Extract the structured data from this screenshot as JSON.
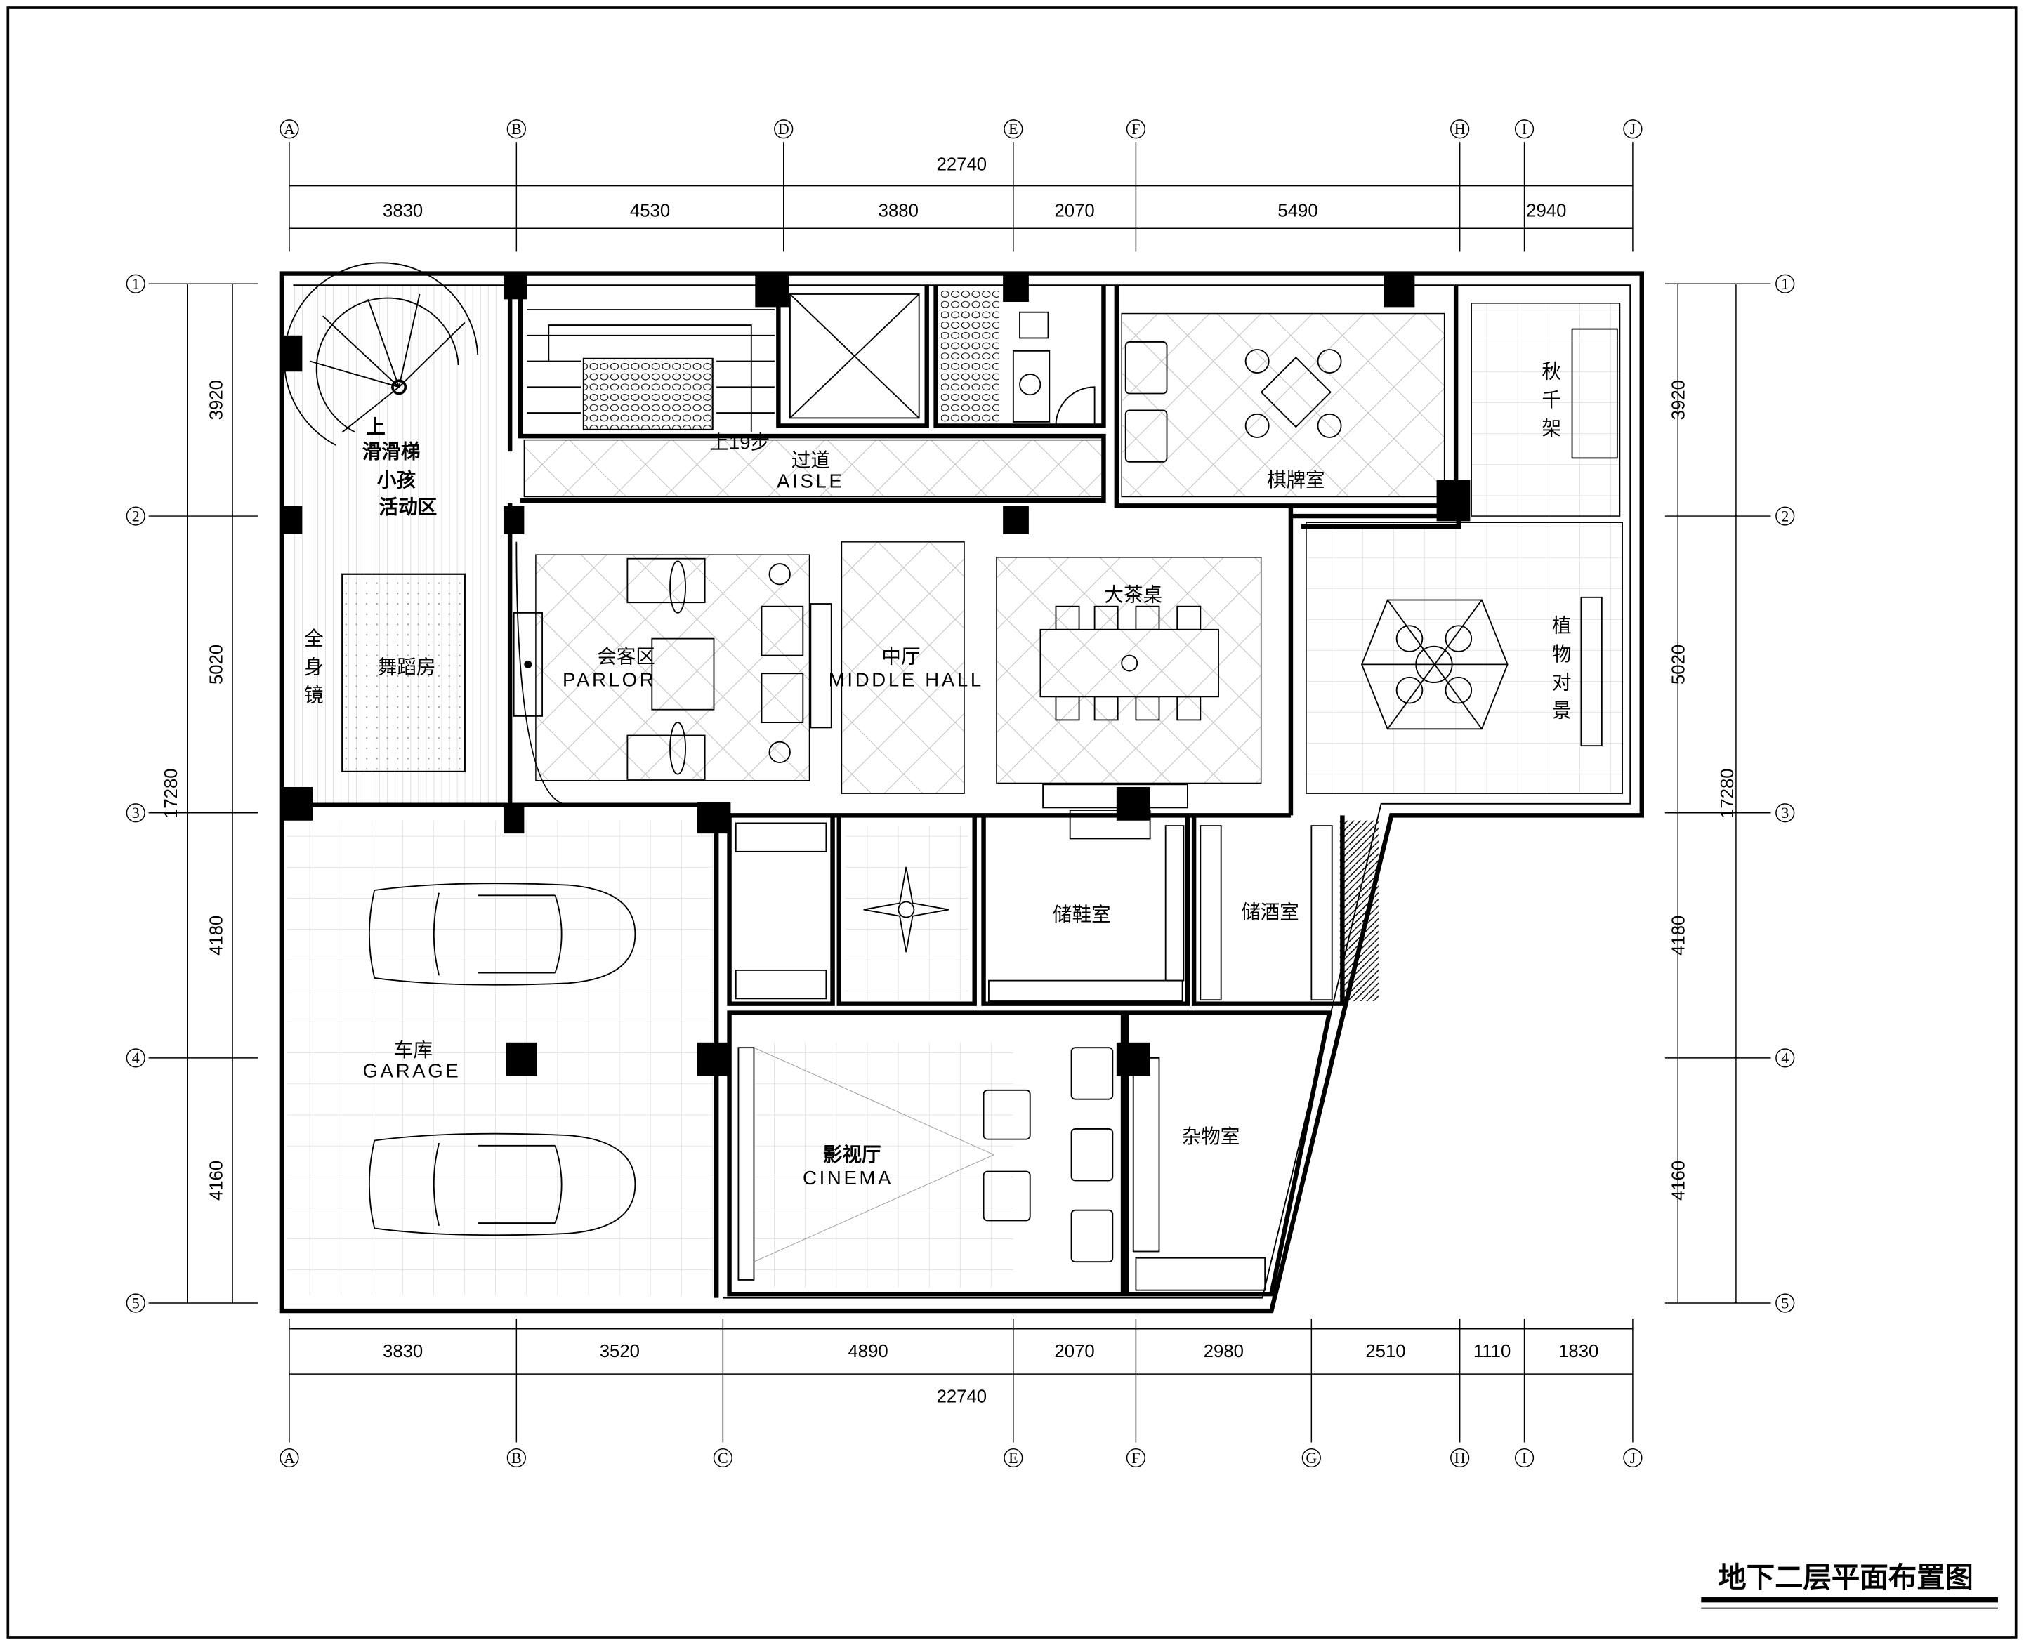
{
  "title": "地下二层平面布置图",
  "axes": {
    "top": [
      "A",
      "B",
      "D",
      "E",
      "F",
      "H",
      "I",
      "J"
    ],
    "bottom": [
      "A",
      "B",
      "C",
      "E",
      "F",
      "G",
      "H",
      "I",
      "J"
    ],
    "left": [
      "1",
      "2",
      "3",
      "4",
      "5"
    ],
    "right": [
      "1",
      "2",
      "3",
      "4",
      "5"
    ]
  },
  "dimensions": {
    "top_total": "22740",
    "top": [
      "3830",
      "4530",
      "3880",
      "2070",
      "5490",
      "2940"
    ],
    "bottom": [
      "3830",
      "3520",
      "4890",
      "2070",
      "2980",
      "2510",
      "1110",
      "1830"
    ],
    "bottom_total": "22740",
    "left": [
      "3920",
      "5020",
      "4180",
      "4160"
    ],
    "left_total": "17280",
    "right": [
      "3920",
      "5020",
      "4180",
      "4160"
    ],
    "right_total": "17280"
  },
  "rooms": {
    "kids_up": "上",
    "kids_slide": "滑滑梯",
    "kids_small": "小孩",
    "kids_area": "活动区",
    "mirror": [
      "全",
      "身",
      "镜"
    ],
    "dance": "舞蹈房",
    "stairs": "上19步",
    "aisle_cn": "过道",
    "aisle_en": "AISLE",
    "parlor_cn": "会客区",
    "parlor_en": "PARLOR",
    "hall_cn": "中厅",
    "hall_en": "MIDDLE HALL",
    "tea_table": "大茶桌",
    "card_room": "棋牌室",
    "swing": [
      "秋",
      "千",
      "架"
    ],
    "plants": [
      "植",
      "物",
      "对",
      "景"
    ],
    "shoe_room": "储鞋室",
    "wine_room": "储酒室",
    "garage_cn": "车库",
    "garage_en": "GARAGE",
    "cinema_cn": "影视厅",
    "cinema_en": "CINEMA",
    "storage": "杂物室"
  }
}
